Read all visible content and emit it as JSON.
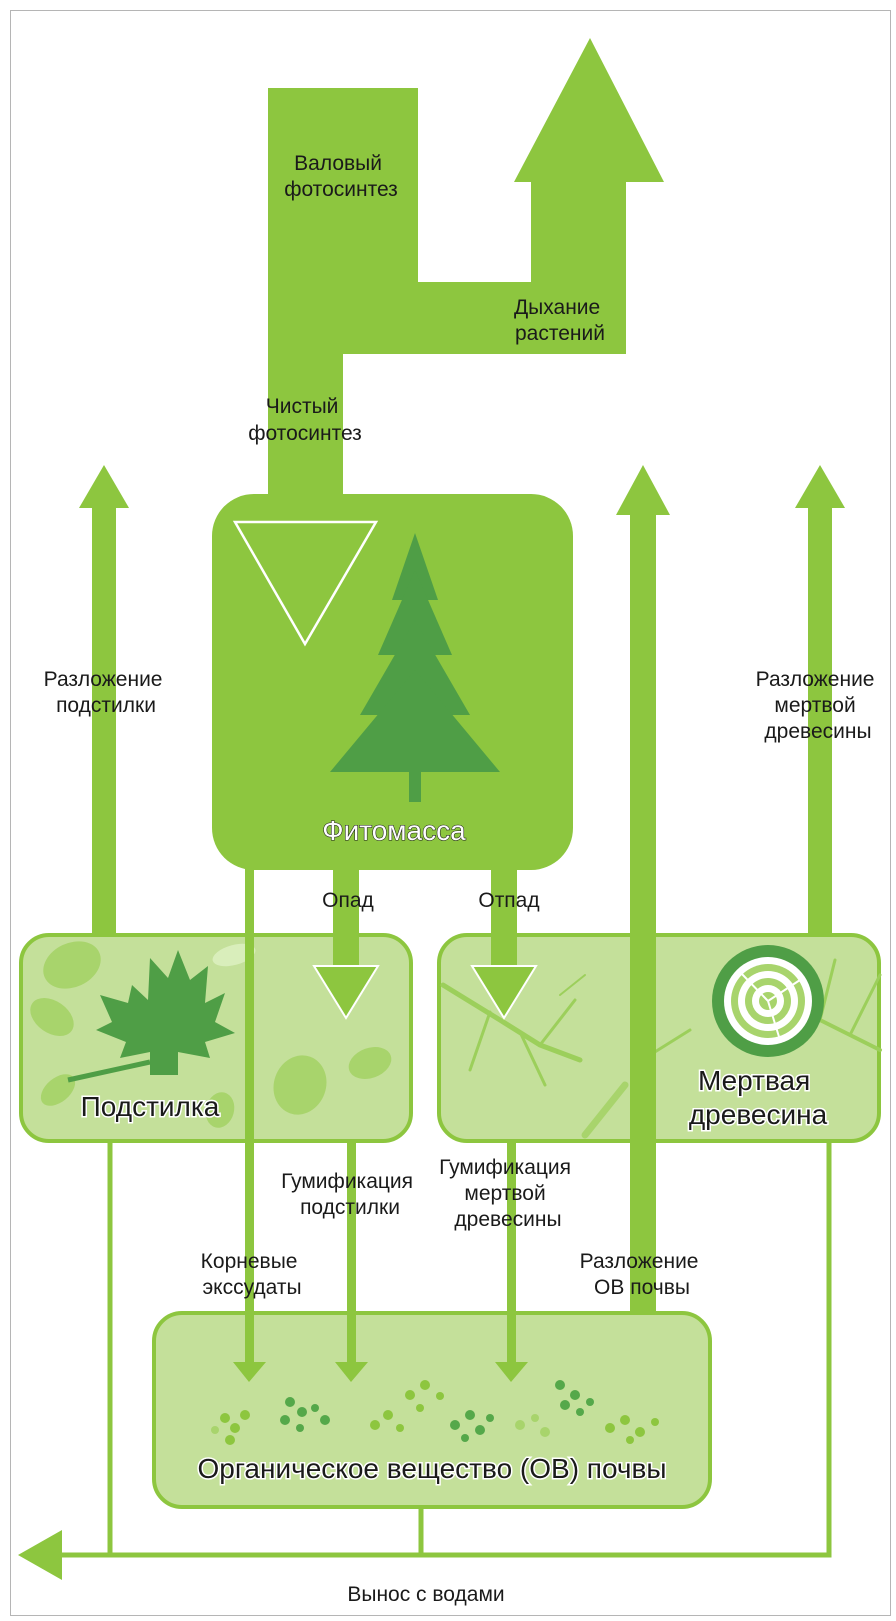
{
  "colors": {
    "flow": "#8dc63f",
    "box_light": "#c4e09a",
    "box_border": "#8dc63f",
    "tree": "#4f9e46",
    "leaf": "#5aa64a",
    "soil": "#55a84a"
  },
  "labels": {
    "gross_photosynthesis": [
      "Валовый",
      "фотосинтез"
    ],
    "plant_respiration": [
      "Дыхание",
      "растений"
    ],
    "net_photosynthesis": [
      "Чистый",
      "фотосинтез"
    ],
    "phytomass": "Фитомасса",
    "litter_decomposition": [
      "Разложение",
      "подстилки"
    ],
    "deadwood_decomposition": [
      "Разложение",
      "мертвой",
      "древесины"
    ],
    "litterfall": "Опад",
    "wood_fall": "Отпад",
    "litter": "Подстилка",
    "deadwood": [
      "Мертвая",
      "древесина"
    ],
    "litter_humification": [
      "Гумификация",
      "подстилки"
    ],
    "deadwood_humification": [
      "Гумификация",
      "мертвой",
      "древесины"
    ],
    "root_exudates": [
      "Корневые",
      "экссудаты"
    ],
    "soil_om_decomposition": [
      "Разложение",
      "ОВ почвы"
    ],
    "soil_om": "Органическое вещество (ОВ) почвы",
    "water_export": "Вынос с водами"
  }
}
